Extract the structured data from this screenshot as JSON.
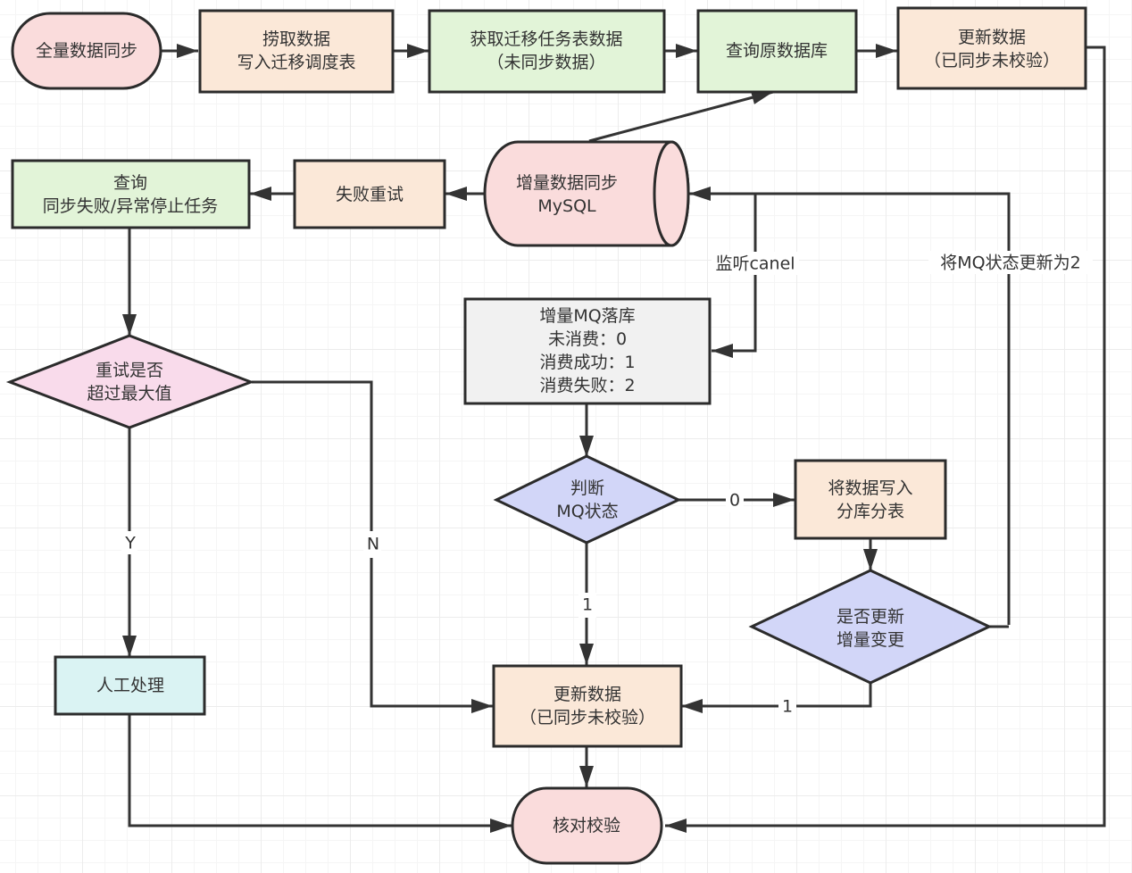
{
  "title": "数据同步流程图",
  "colors": {
    "pink": "#fadcdc",
    "peach": "#fbe8d8",
    "green": "#e2f4d8",
    "gray": "#f1f1f1",
    "cyan": "#daf3f3",
    "pink_diamond": "#f9dbeb",
    "blue_diamond": "#d2d6f8",
    "stroke": "#2b2b2b",
    "edge": "#333333"
  },
  "nodes": {
    "full_sync": {
      "lines": [
        "全量数据同步"
      ]
    },
    "fetch_write": {
      "lines": [
        "捞取数据",
        "写入迁移调度表"
      ]
    },
    "get_task": {
      "lines": [
        "获取迁移任务表数据",
        "（未同步数据）"
      ]
    },
    "query_src": {
      "lines": [
        "查询原数据库"
      ]
    },
    "update_top": {
      "lines": [
        "更新数据",
        "（已同步未校验）"
      ]
    },
    "incr_mysql": {
      "lines": [
        "增量数据同步",
        "MySQL"
      ]
    },
    "retry": {
      "lines": [
        "失败重试"
      ]
    },
    "query_fail": {
      "lines": [
        "查询",
        "同步失败/异常停止任务"
      ]
    },
    "retry_max": {
      "lines": [
        "重试是否",
        "超过最大值"
      ]
    },
    "manual": {
      "lines": [
        "人工处理"
      ]
    },
    "mq_store": {
      "lines": [
        "增量MQ落库",
        "未消费：0",
        "消费成功：1",
        "消费失败：2"
      ]
    },
    "judge_mq": {
      "lines": [
        "判断",
        "MQ状态"
      ]
    },
    "write_shard": {
      "lines": [
        "将数据写入",
        "分库分表"
      ]
    },
    "is_update": {
      "lines": [
        "是否更新",
        "增量变更"
      ]
    },
    "update_mid": {
      "lines": [
        "更新数据",
        "（已同步未校验）"
      ]
    },
    "verify": {
      "lines": [
        "核对校验"
      ]
    }
  },
  "edge_labels": {
    "listen_canal": "监听canel",
    "set_mq_2": "将MQ状态更新为2",
    "yes": "Y",
    "no": "N",
    "state_0": "0",
    "state_1": "1",
    "update_1": "1"
  }
}
